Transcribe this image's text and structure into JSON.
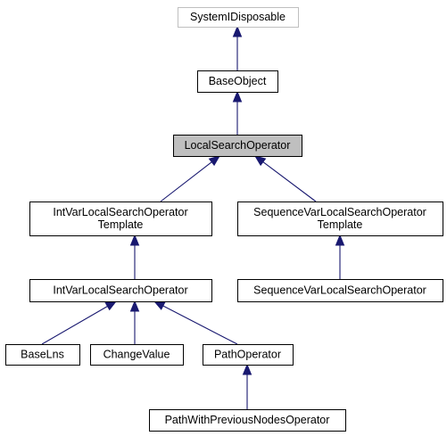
{
  "nodes": [
    {
      "id": "system-idisposable",
      "lines": [
        "SystemIDisposable"
      ],
      "style": "external"
    },
    {
      "id": "base-object",
      "lines": [
        "BaseObject"
      ],
      "style": "normal"
    },
    {
      "id": "local-search-operator",
      "lines": [
        "LocalSearchOperator"
      ],
      "style": "current"
    },
    {
      "id": "int-var-local-search-operator-template",
      "lines": [
        "IntVarLocalSearchOperator",
        "Template"
      ],
      "style": "normal"
    },
    {
      "id": "sequence-var-local-search-operator-template",
      "lines": [
        "SequenceVarLocalSearchOperator",
        "Template"
      ],
      "style": "normal"
    },
    {
      "id": "int-var-local-search-operator",
      "lines": [
        "IntVarLocalSearchOperator"
      ],
      "style": "normal"
    },
    {
      "id": "sequence-var-local-search-operator",
      "lines": [
        "SequenceVarLocalSearchOperator"
      ],
      "style": "normal"
    },
    {
      "id": "base-lns",
      "lines": [
        "BaseLns"
      ],
      "style": "normal"
    },
    {
      "id": "change-value",
      "lines": [
        "ChangeValue"
      ],
      "style": "normal"
    },
    {
      "id": "path-operator",
      "lines": [
        "PathOperator"
      ],
      "style": "normal"
    },
    {
      "id": "path-with-previous-nodes-operator",
      "lines": [
        "PathWithPreviousNodesOperator"
      ],
      "style": "normal"
    }
  ],
  "edges": [
    {
      "from": "base-object",
      "to": "system-idisposable"
    },
    {
      "from": "local-search-operator",
      "to": "base-object"
    },
    {
      "from": "int-var-local-search-operator-template",
      "to": "local-search-operator"
    },
    {
      "from": "sequence-var-local-search-operator-template",
      "to": "local-search-operator"
    },
    {
      "from": "int-var-local-search-operator",
      "to": "int-var-local-search-operator-template"
    },
    {
      "from": "sequence-var-local-search-operator",
      "to": "sequence-var-local-search-operator-template"
    },
    {
      "from": "base-lns",
      "to": "int-var-local-search-operator"
    },
    {
      "from": "change-value",
      "to": "int-var-local-search-operator"
    },
    {
      "from": "path-operator",
      "to": "int-var-local-search-operator"
    },
    {
      "from": "path-with-previous-nodes-operator",
      "to": "path-operator"
    }
  ],
  "colors": {
    "edge": "#191970",
    "external_border": "#bfbfbf",
    "current_fill": "#bfbfbf",
    "box_border": "#000000"
  }
}
